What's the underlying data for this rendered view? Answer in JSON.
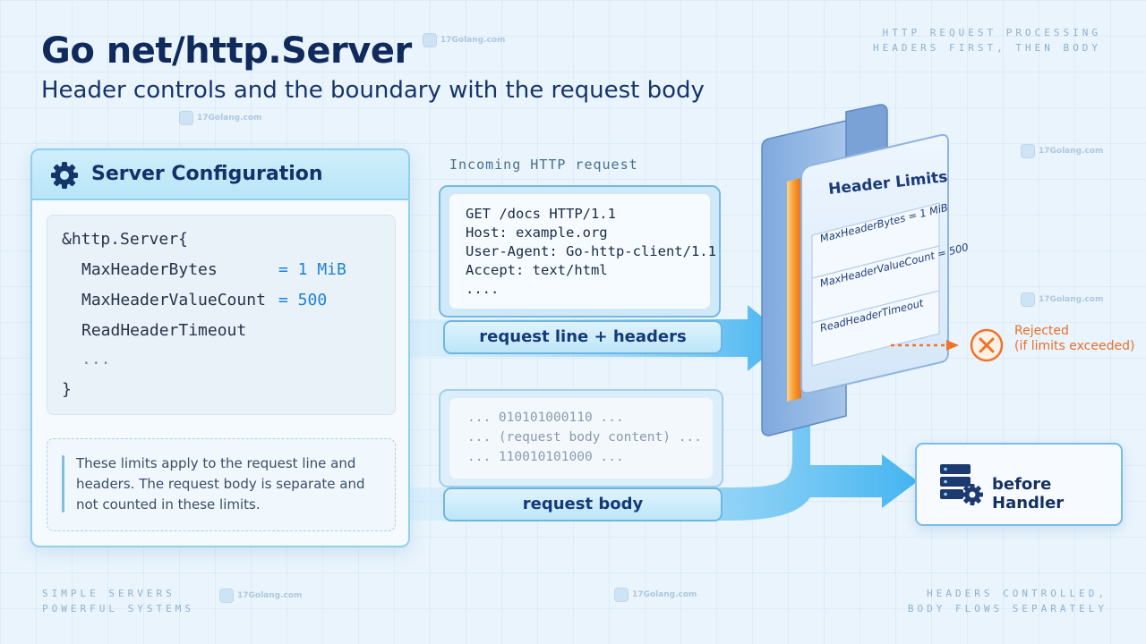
{
  "title": "Go net/http.Server",
  "subtitle": "Header controls and the boundary with the request body",
  "corner_top_right": [
    "HTTP REQUEST PROCESSING",
    "HEADERS FIRST, THEN BODY"
  ],
  "corner_bottom_left": [
    "SIMPLE SERVERS",
    "POWERFUL SYSTEMS"
  ],
  "corner_bottom_right": [
    "HEADERS CONTROLLED,",
    "BODY FLOWS SEPARATELY"
  ],
  "watermark": "17Golang.com",
  "config": {
    "title": "Server Configuration",
    "icon": "gear-icon",
    "code_open": "&http.Server{",
    "fields": [
      {
        "name": "MaxHeaderBytes",
        "value": "= 1 MiB"
      },
      {
        "name": "MaxHeaderValueCount",
        "value": "= 500"
      },
      {
        "name": "ReadHeaderTimeout",
        "value": ""
      }
    ],
    "code_ellipsis": "...",
    "code_close": "}",
    "note": "These limits apply to the request line and headers. The request body is separate and not counted in these limits."
  },
  "request": {
    "label": "Incoming HTTP request",
    "lines": [
      "GET /docs HTTP/1.1",
      "Host: example.org",
      "User-Agent: Go-http-client/1.1",
      "Accept: text/html",
      "...."
    ],
    "headers_pill": "request line + headers"
  },
  "body": {
    "lines": [
      "... 010101000110 ...",
      "... (request body content) ...",
      "... 110010101000 ..."
    ],
    "pill": "request body"
  },
  "header_limits": {
    "title": "Header Limits",
    "items": [
      "MaxHeaderBytes = 1 MiB",
      "MaxHeaderValueCount = 500",
      "ReadHeaderTimeout"
    ]
  },
  "rejected": {
    "line1": "Rejected",
    "line2": "(if limits exceeded)",
    "icon": "close-circle-icon"
  },
  "handler": {
    "label": "before Handler",
    "icon": "server-gear-icon"
  },
  "colors": {
    "accent": "#1f83d6",
    "reject": "#f0732a",
    "arrow": "#4cb8f0",
    "gate_highlight": "#f7a13a"
  }
}
